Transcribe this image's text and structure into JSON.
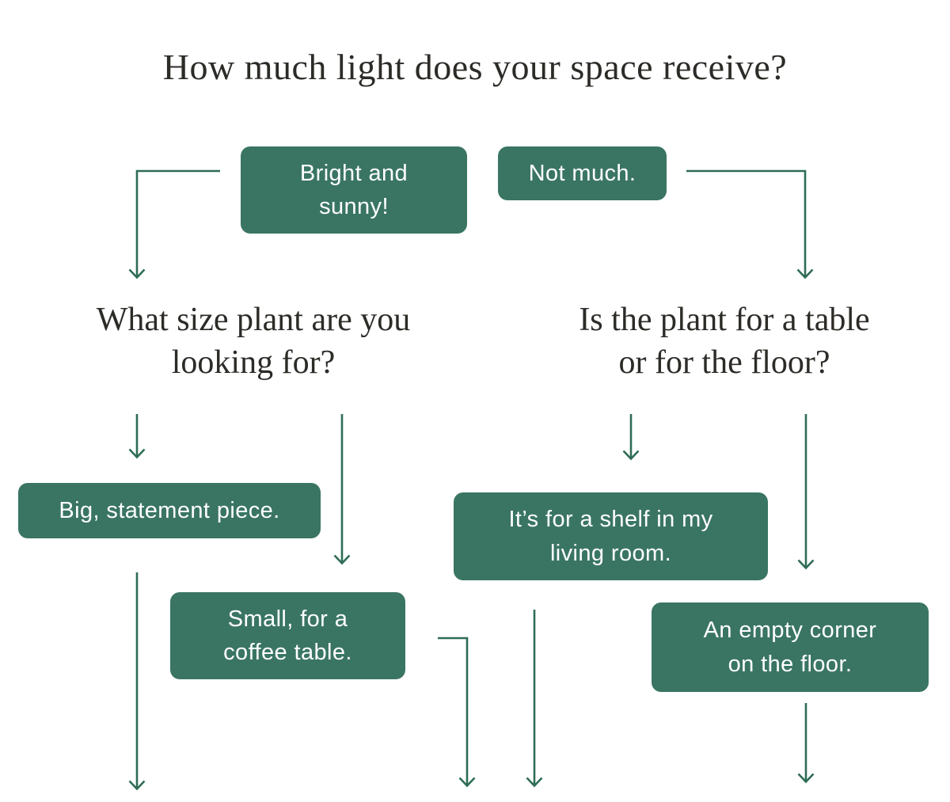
{
  "title": "How much light does your space receive?",
  "colors": {
    "box": "#3A7563",
    "arrow": "#2F6D55",
    "text": "#2D2B27",
    "bg": "#FFFFFF"
  },
  "questions": {
    "plant_size": "What size plant are you\nlooking for?",
    "table_or_floor": "Is the plant for a table\nor for the floor?"
  },
  "options": {
    "bright_sunny": "Bright and\nsunny!",
    "not_much": "Not much.",
    "big_statement": "Big, statement piece.",
    "small_coffee": "Small, for a\ncoffee table.",
    "shelf_living_room": "It’s for a shelf in my\nliving room.",
    "empty_corner": "An empty corner\non the floor."
  }
}
